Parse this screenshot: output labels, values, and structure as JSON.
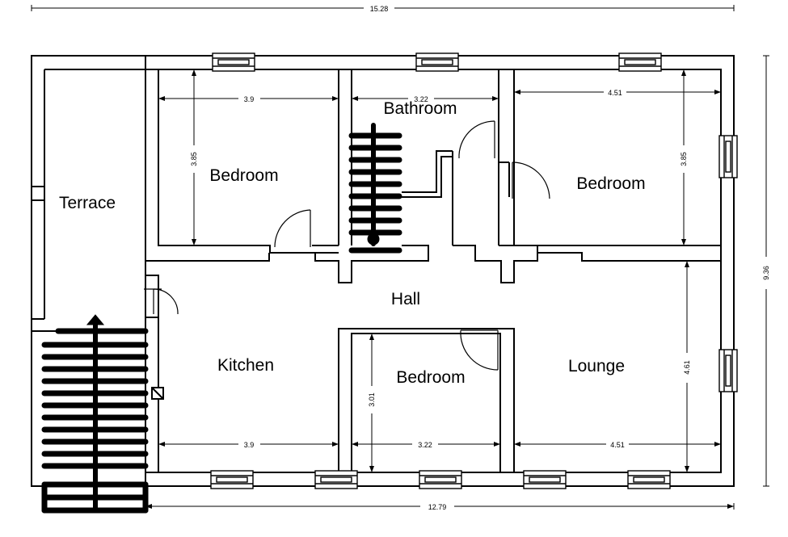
{
  "rooms": {
    "terrace": "Terrace",
    "bedroom_tl": "Bedroom",
    "bathroom": "Bathroom",
    "bedroom_tr": "Bedroom",
    "hall": "Hall",
    "kitchen": "Kitchen",
    "bedroom_bottom": "Bedroom",
    "lounge": "Lounge"
  },
  "dimensions": {
    "overall_width": "15.28",
    "overall_height": "9.36",
    "inner_width": "12.79",
    "bedroom_tl_width": "3.9",
    "bedroom_tl_height": "3.85",
    "bathroom_width": "3.22",
    "bedroom_tr_width": "4.51",
    "bedroom_tr_height": "3.85",
    "lounge_height": "4.61",
    "bedroom_bottom_height": "3.01",
    "kitchen_width": "3.9",
    "bedroom_bottom_width": "3.22",
    "lounge_width": "4.51"
  }
}
